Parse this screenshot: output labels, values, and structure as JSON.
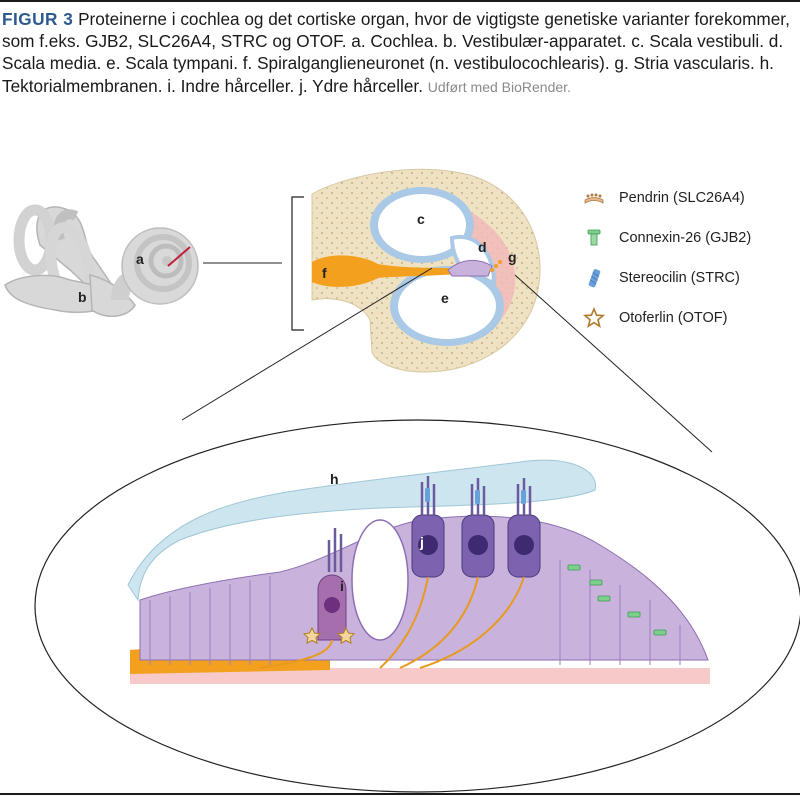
{
  "caption": {
    "figure_label": "FIGUR 3",
    "text": "Proteinerne i cochlea og det cortiske organ, hvor de vigtigste genetiske varianter forekommer, som f.eks. GJB2, SLC26A4, STRC og OTOF. a. Cochlea. b. Vestibulær-apparatet. c. Scala vestibuli. d. Scala media. e. Scala tympani. f. Spiralganglieneuronet (n. vestibulocochlearis). g. Stria vascularis. h. Tektorialmembranen. i. Indre hårceller. j. Ydre hårceller.",
    "credit": "Udført med BioRender."
  },
  "labels": {
    "a": "a",
    "b": "b",
    "c": "c",
    "d": "d",
    "e": "e",
    "f": "f",
    "g": "g",
    "h": "h",
    "i": "i",
    "j": "j"
  },
  "legend": [
    {
      "icon": "pendrin-icon",
      "label": "Pendrin (SLC26A4)"
    },
    {
      "icon": "connexin-icon",
      "label": "Connexin-26 (GJB2)"
    },
    {
      "icon": "stereocilin-icon",
      "label": "Stereocilin (STRC)"
    },
    {
      "icon": "otoferlin-star-icon",
      "label": "Otoferlin (OTOF)"
    }
  ],
  "colors": {
    "figure_label": "#2c5a8f",
    "bone": "#efe2c2",
    "membrane_blue": "#a9c9e6",
    "neuron_orange": "#f2a01e",
    "cell_purple": "#c9b3dc",
    "outer_hair_cell": "#7d62b0",
    "inner_hair_cell": "#a56fad",
    "tectorial": "#cde5ee",
    "stria": "#f2b8b8"
  }
}
